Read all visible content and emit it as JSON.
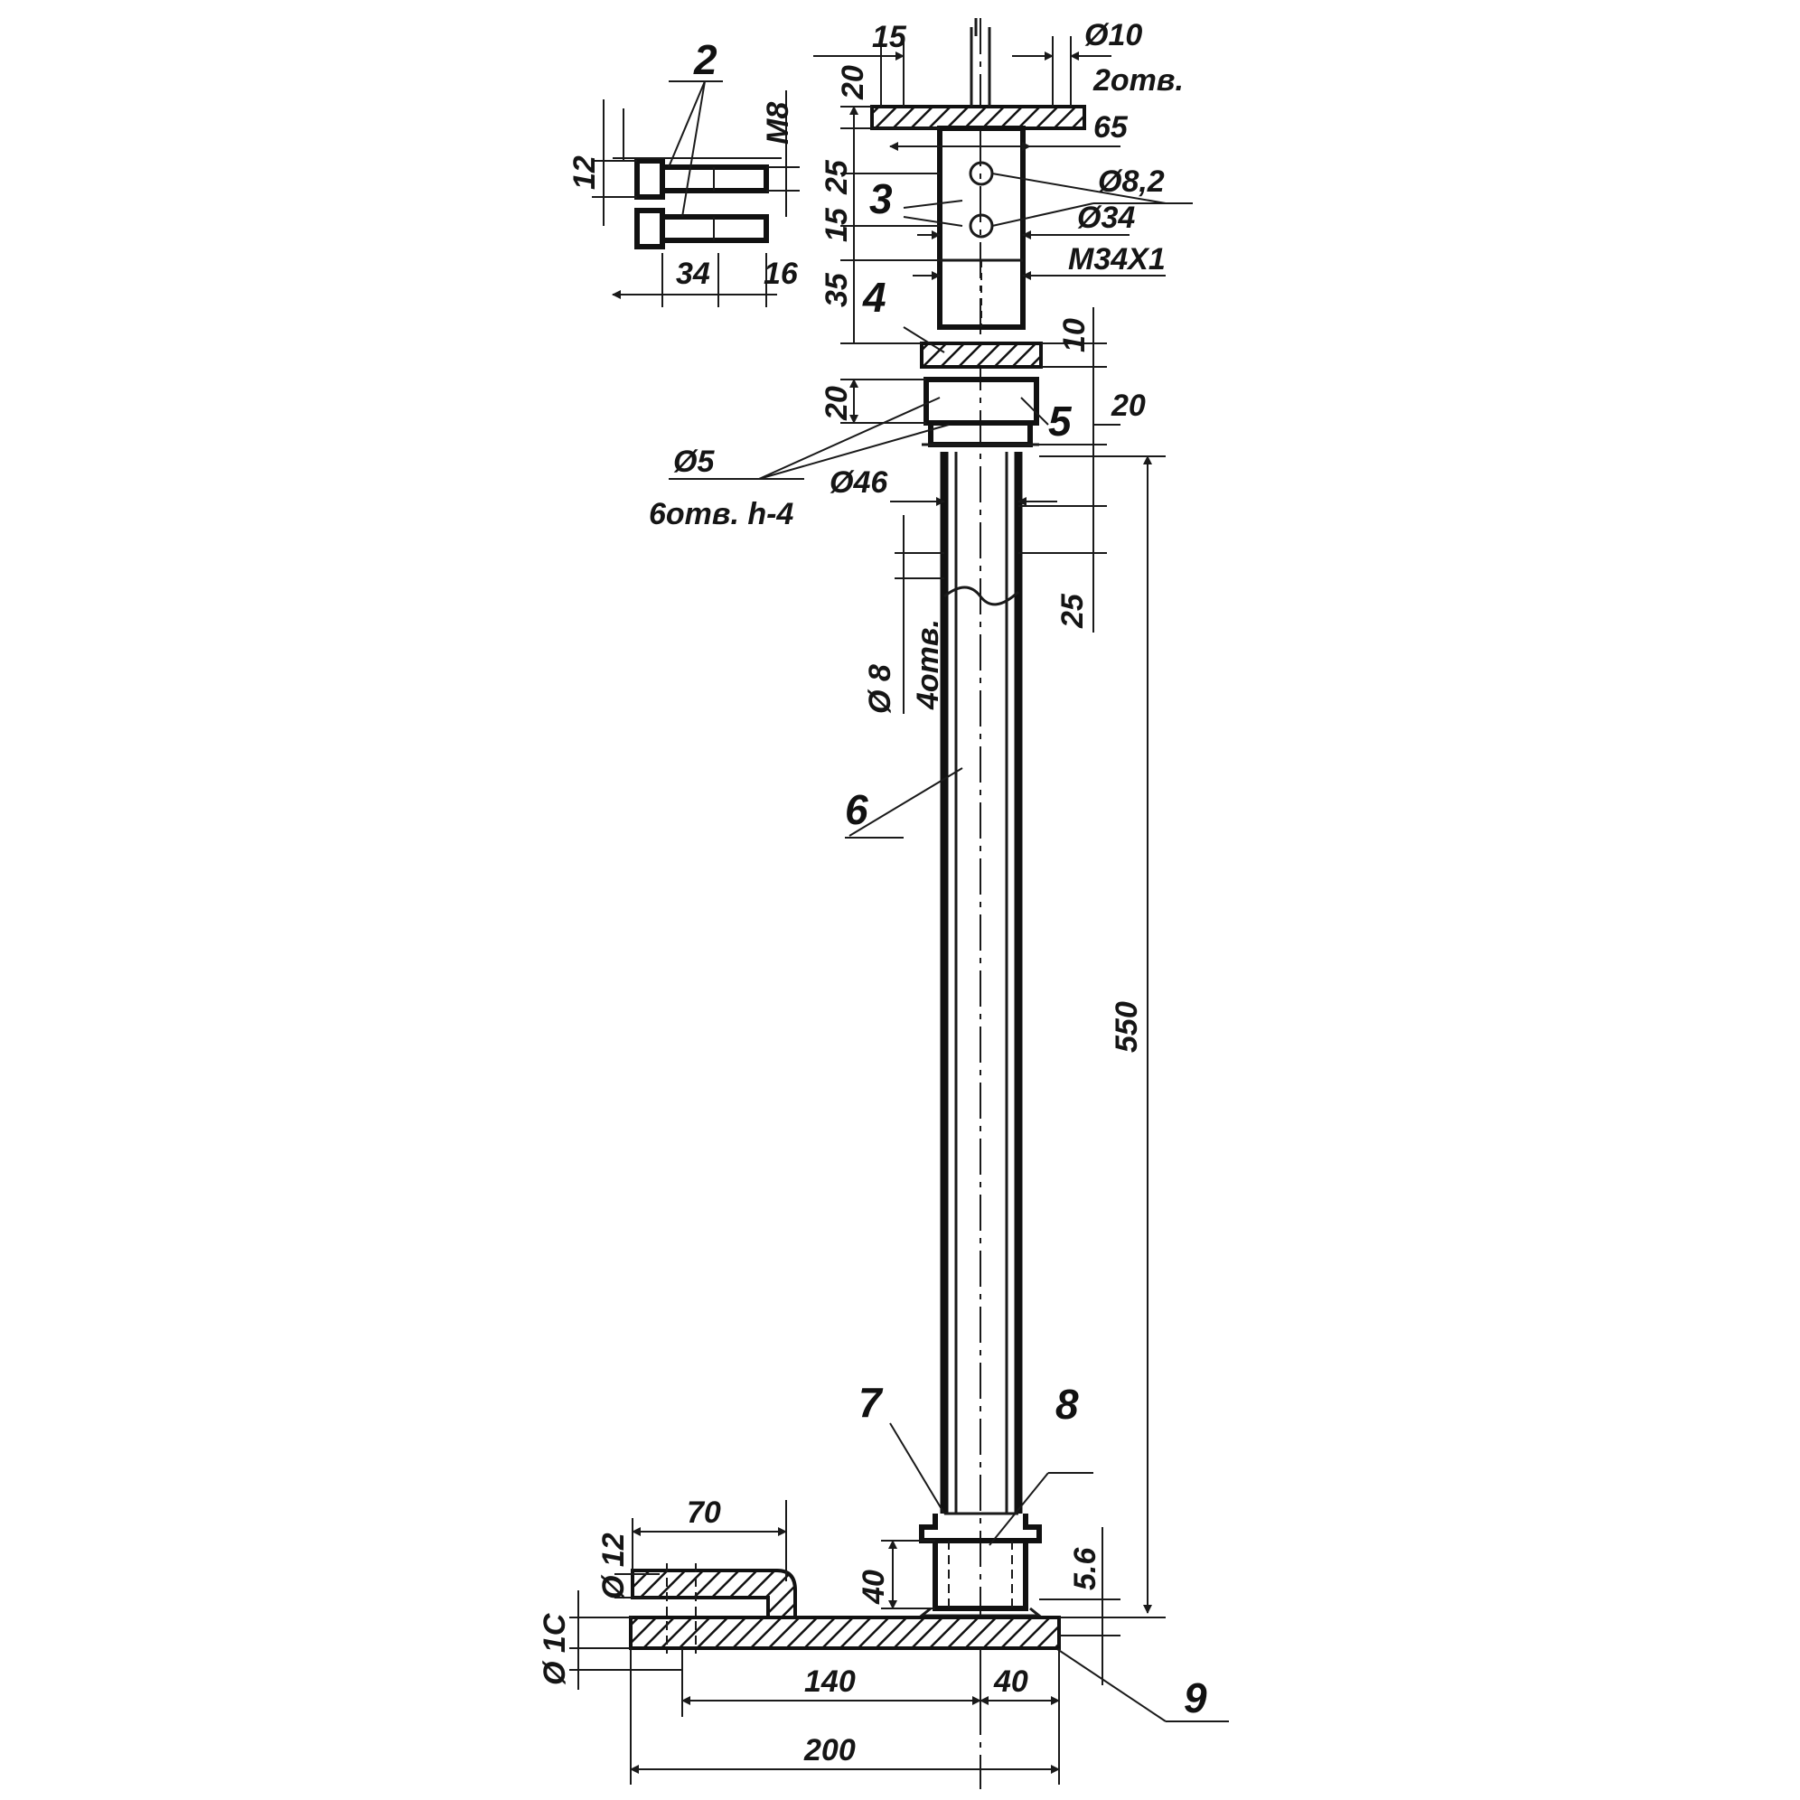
{
  "colors": {
    "ink": "#1a1a1a",
    "paper": "#ffffff"
  },
  "parts": {
    "p2": "2",
    "p3": "3",
    "p4": "4",
    "p5": "5",
    "p6": "6",
    "p7": "7",
    "p8": "8",
    "p9": "9"
  },
  "dims": {
    "top_15": "15",
    "top_d10": "Ø10",
    "top_2holes": "2отв.",
    "top_20": "20",
    "top_65": "65",
    "d8_2": "Ø8,2",
    "d34": "Ø34",
    "m34x1": "M34X1",
    "v25": "25",
    "v15": "15",
    "v35": "35",
    "bolt_m8": "M8",
    "bolt_12": "12",
    "bolt_34": "34",
    "bolt_16": "16",
    "r10": "10",
    "l20": "20",
    "r20": "20",
    "d5": "Ø5",
    "holes6": "6отв. h-4",
    "d46": "Ø46",
    "r25": "25",
    "d8": "Ø 8",
    "holes4": "4отв.",
    "h550": "550",
    "b70": "70",
    "d12": "Ø 12",
    "d10": "Ø 1C",
    "h40": "40",
    "h5_6": "5.6",
    "w140": "140",
    "w40": "40",
    "w200": "200"
  }
}
